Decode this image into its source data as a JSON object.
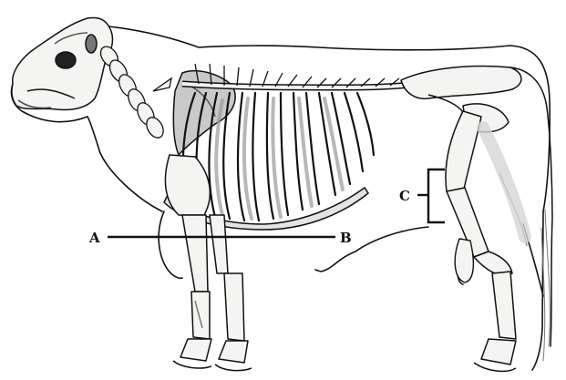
{
  "diagram": {
    "label_a": "A",
    "label_b": "B",
    "label_c": "C"
  },
  "colors": {
    "ink": "#111111",
    "shade": "#9a9a9a",
    "light_shade": "#d6d6d6",
    "bone": "#f4f4f2",
    "background": "#ffffff"
  }
}
